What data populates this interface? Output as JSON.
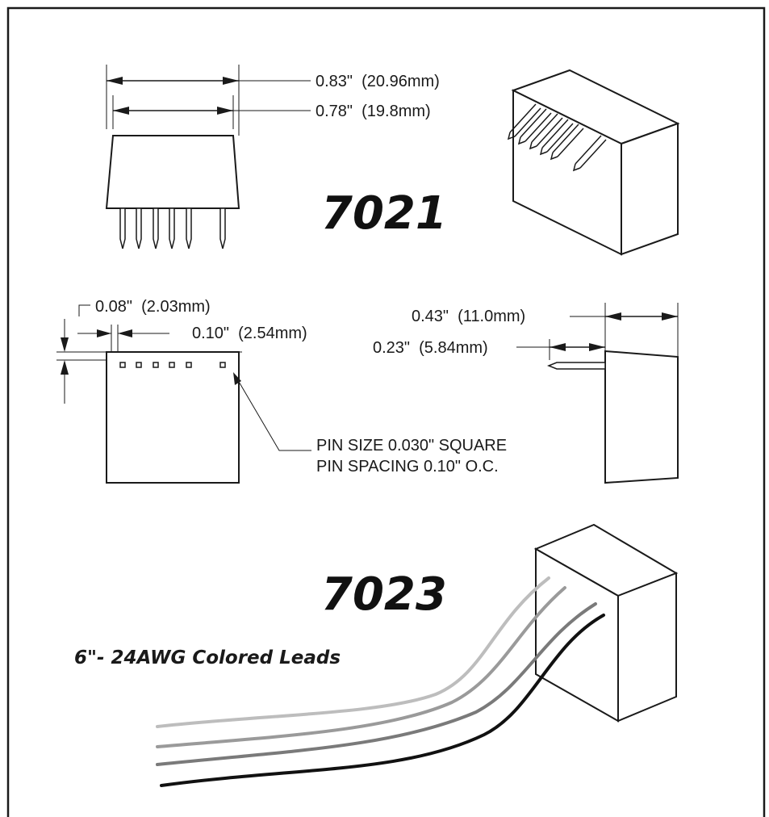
{
  "dimensions": {
    "width_outer": "0.83\"  (20.96mm)",
    "width_inner": "0.78\"  (19.8mm)",
    "pin_offset": "0.08\"  (2.03mm)",
    "pin_pitch": "0.10\"  (2.54mm)",
    "depth": "0.43\"  (11.0mm)",
    "pin_length": "0.23\"  (5.84mm)"
  },
  "pin_note": {
    "line1": "PIN SIZE 0.030\" SQUARE",
    "line2": "PIN SPACING 0.10\" O.C."
  },
  "models": {
    "top": "7021",
    "bottom": "7023"
  },
  "leads_label": "6\"- 24AWG Colored Leads",
  "lead_colors": [
    "#bdbdbd",
    "#9a9a9a",
    "#7a7a7a",
    "#111111"
  ]
}
